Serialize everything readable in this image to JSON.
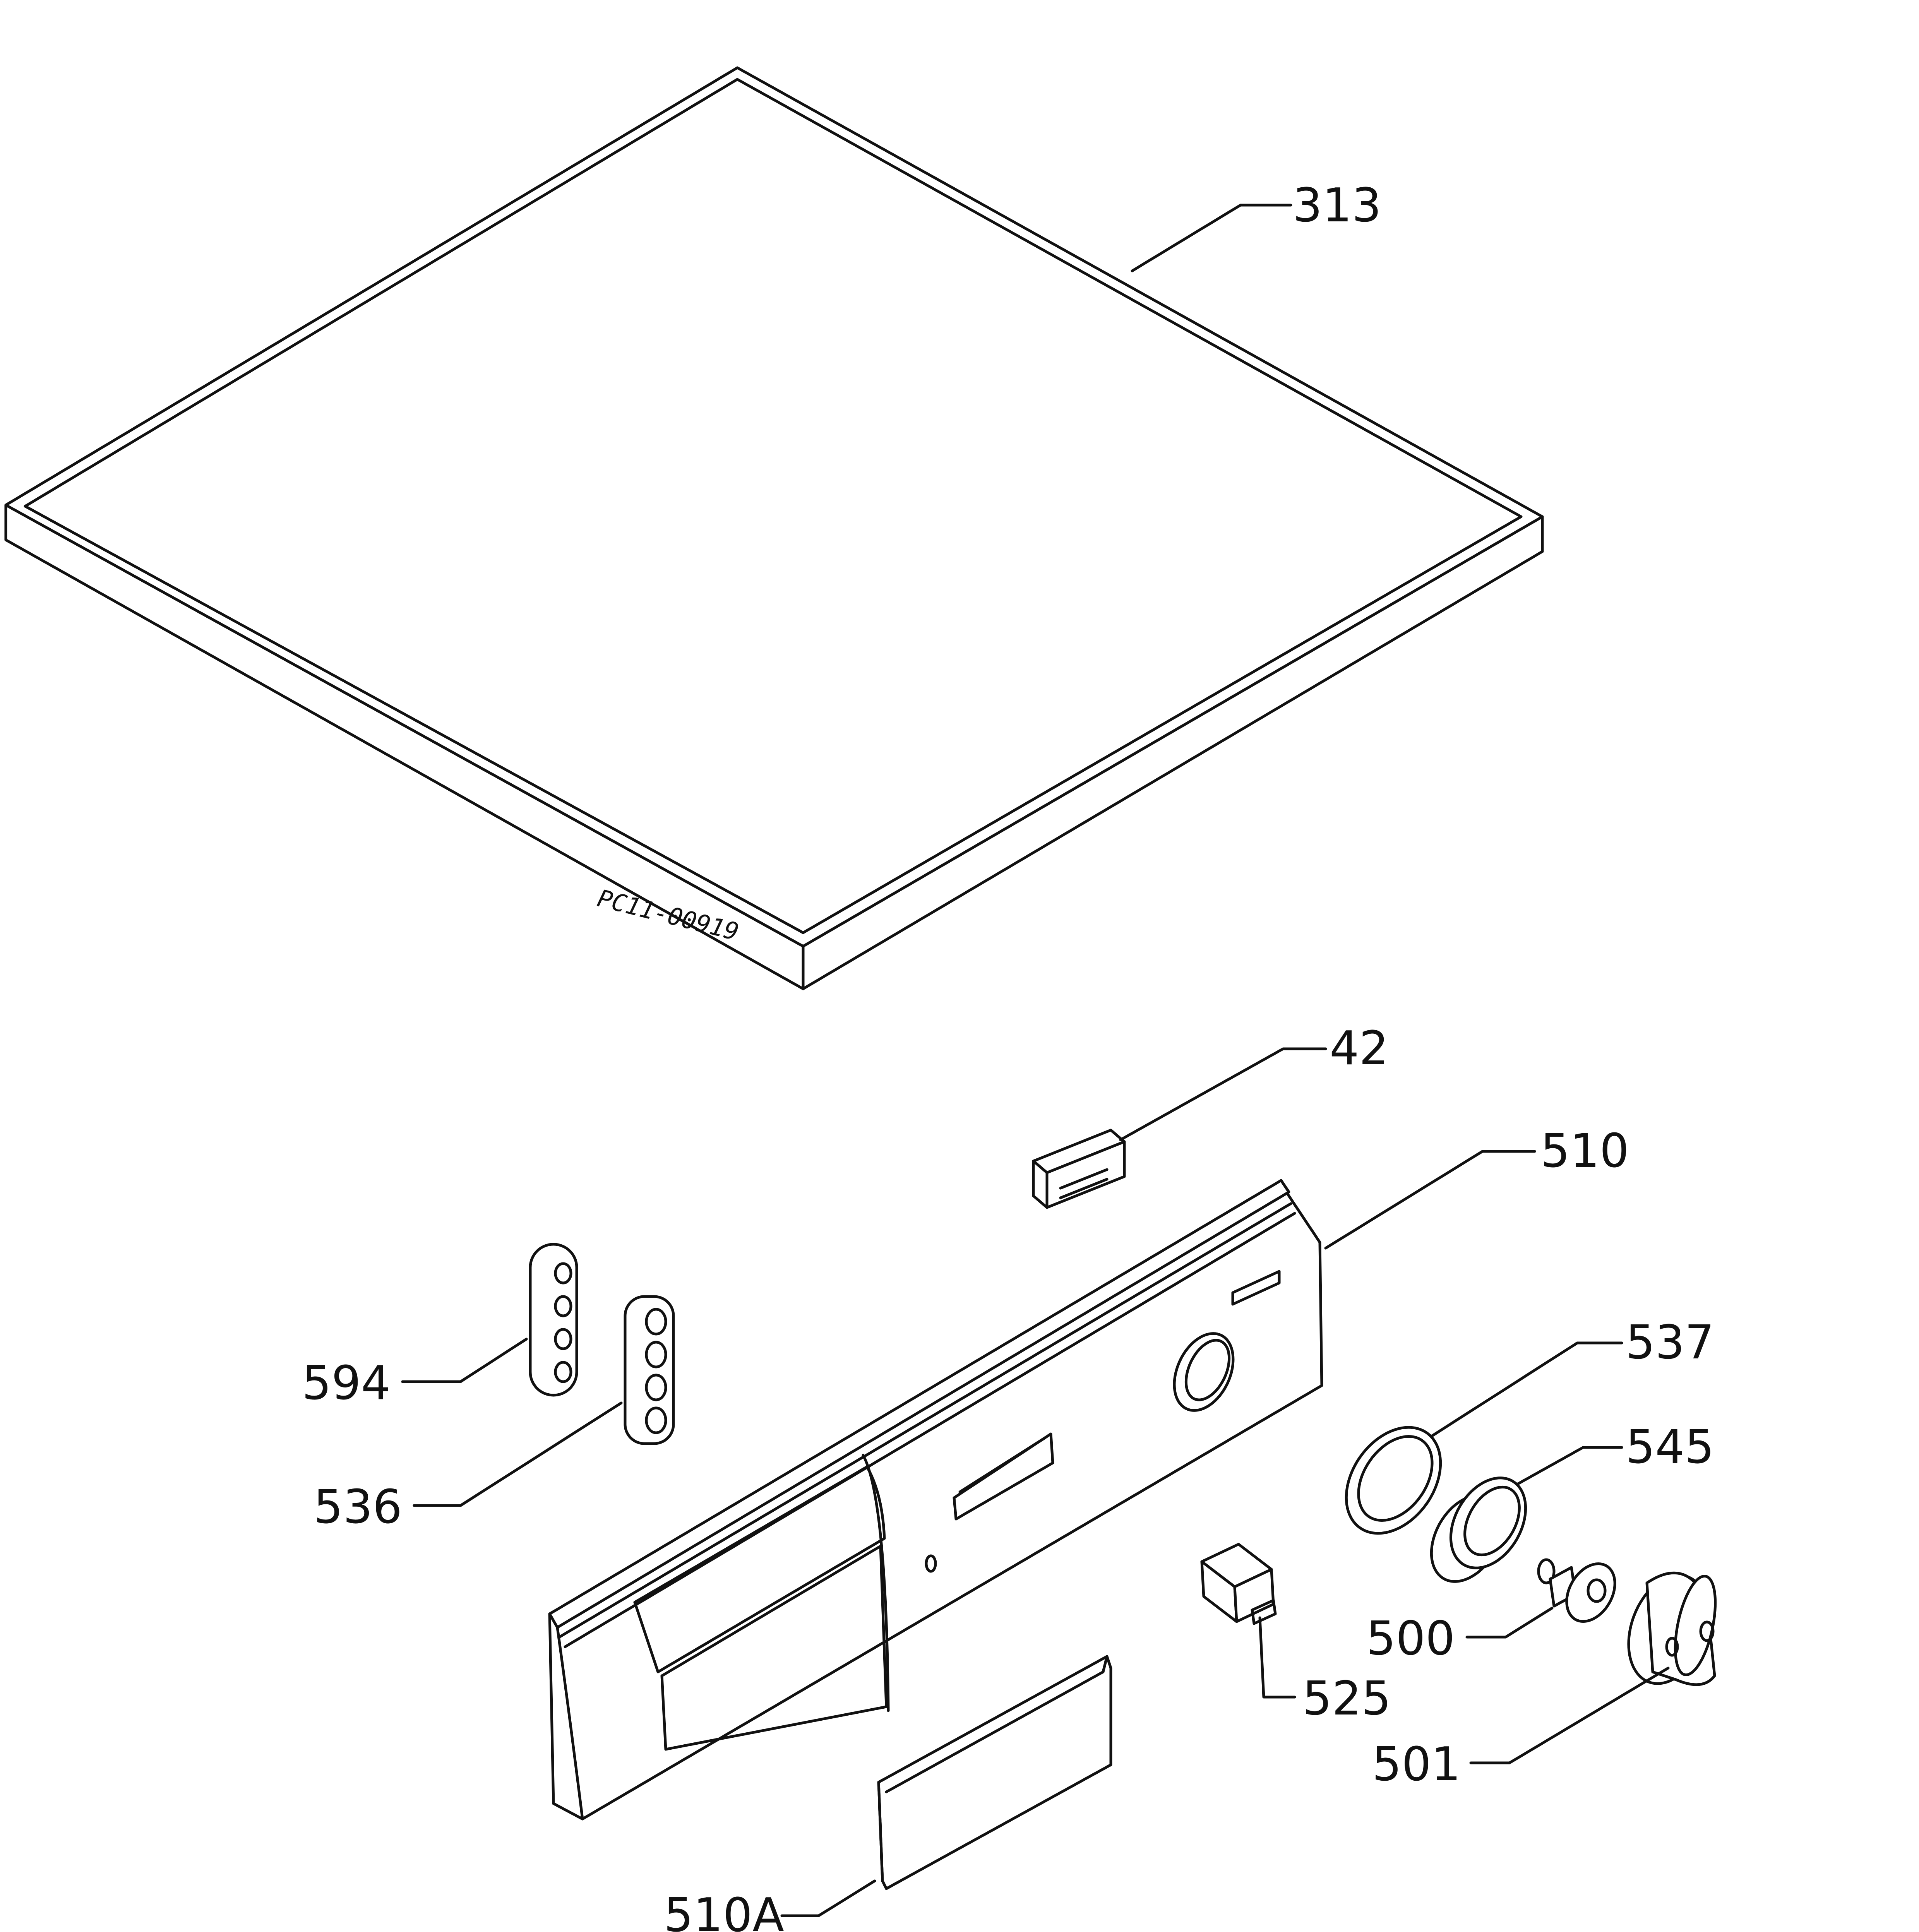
{
  "diagram": {
    "drawing_code": "PC11-00919",
    "callouts": {
      "top_cover": "313",
      "clip": "42",
      "control_panel": "510",
      "panel_insert": "510A",
      "indicator_holder_594": "594",
      "indicator_holder_536": "536",
      "seal_ring": "537",
      "knob_bushing": "545",
      "knob_insert": "500",
      "knob": "501",
      "switch": "525"
    }
  }
}
